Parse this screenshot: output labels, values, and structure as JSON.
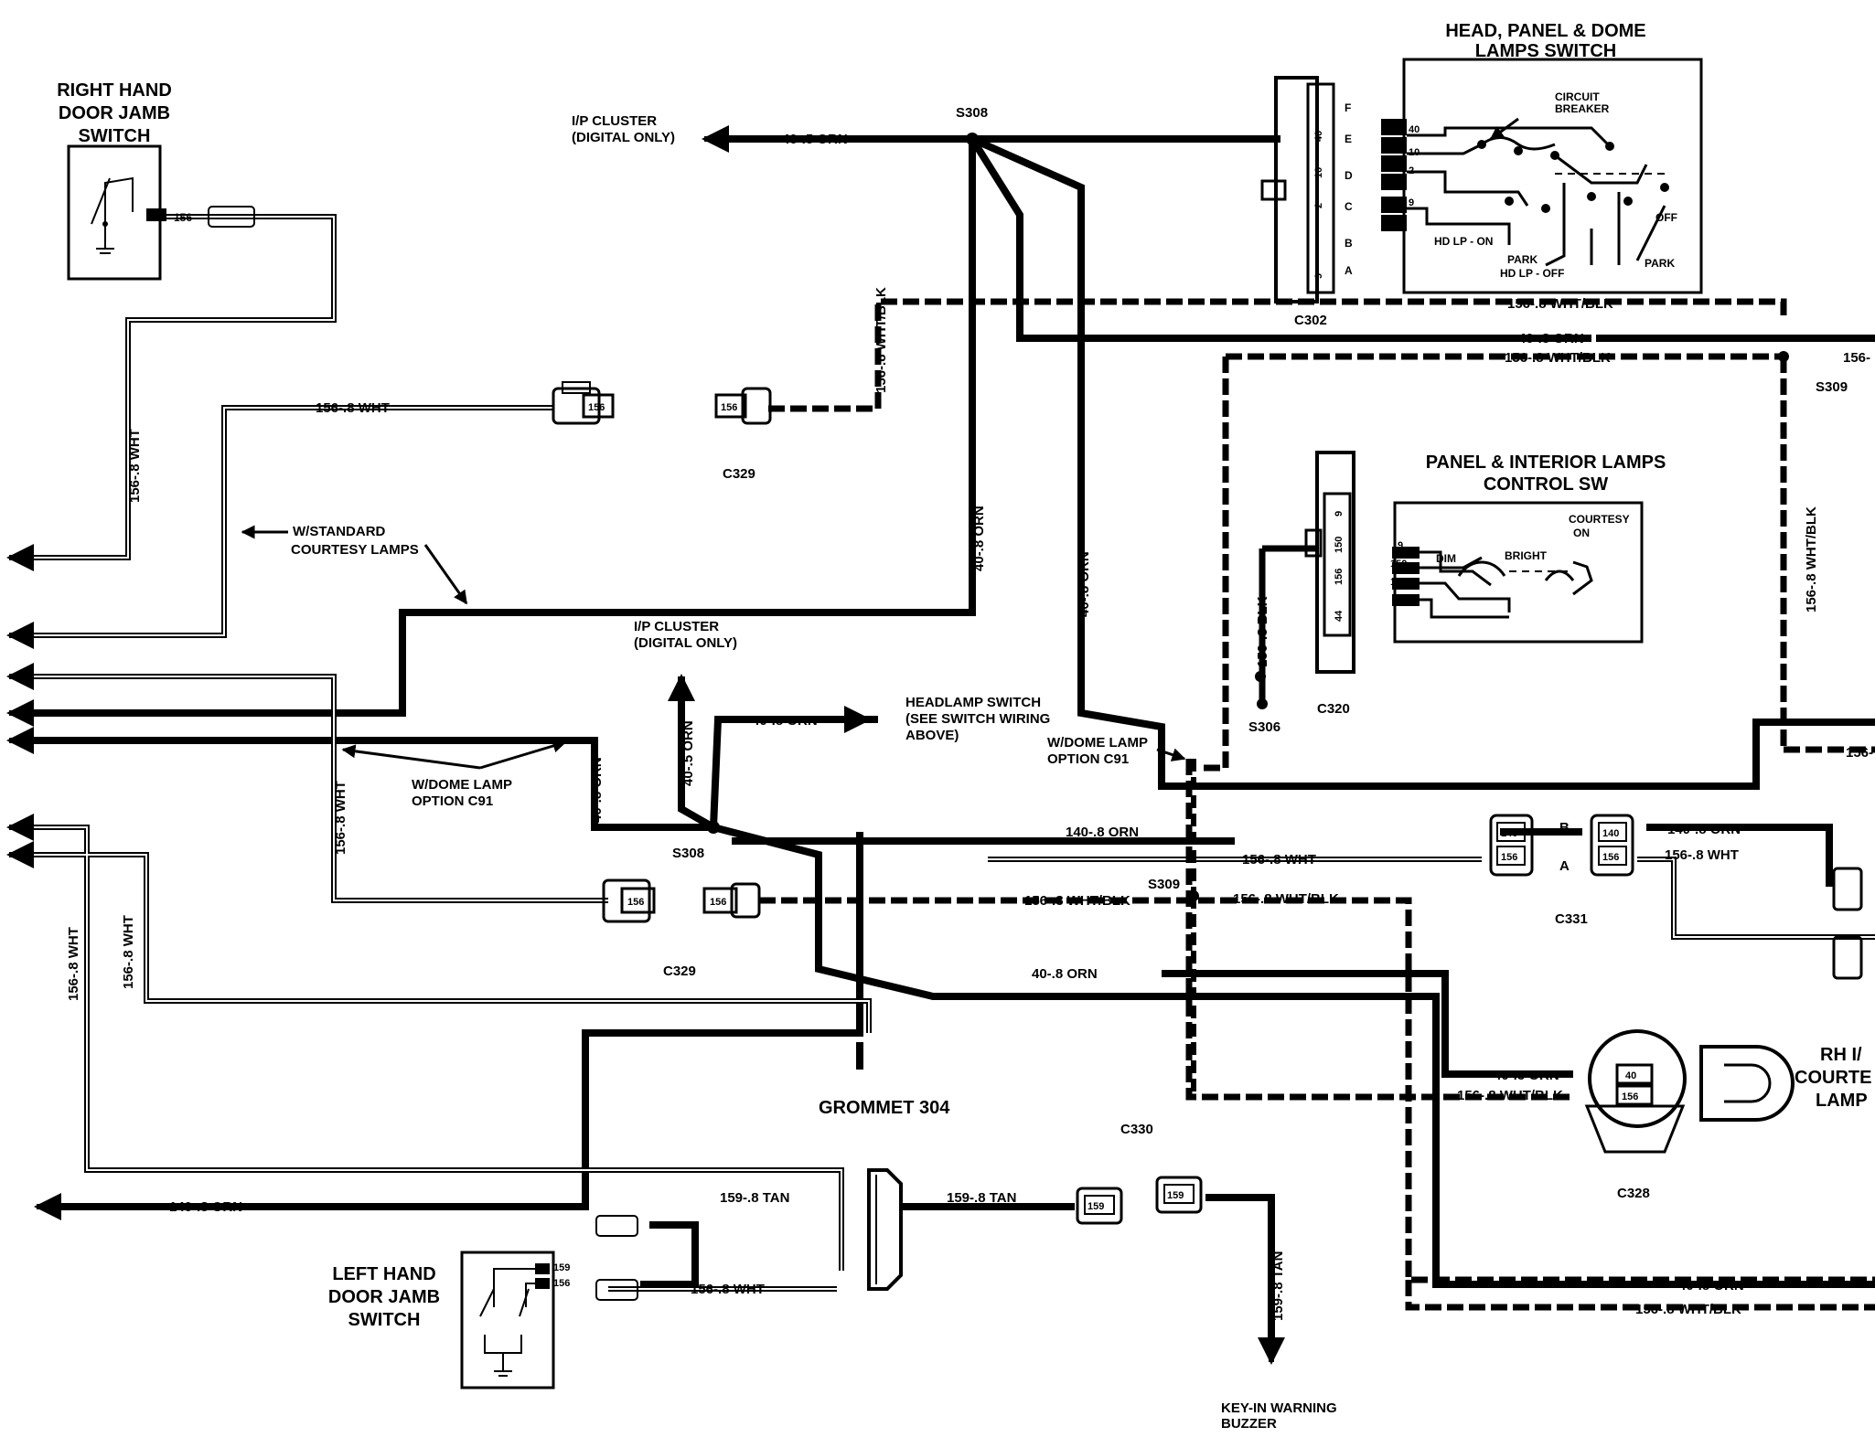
{
  "titles": {
    "rh_jamb": [
      "RIGHT HAND",
      "DOOR JAMB",
      "SWITCH"
    ],
    "hpd_switch": [
      "HEAD, PANEL & DOME",
      "LAMPS SWITCH"
    ],
    "panel_sw": [
      "PANEL & INTERIOR LAMPS",
      "CONTROL SW"
    ],
    "lh_jamb": [
      "LEFT HAND",
      "DOOR JAMB",
      "SWITCH"
    ],
    "rh_courtesy": [
      "RH I/",
      "COURTE",
      "LAMP"
    ],
    "grommet": "GROMMET 304"
  },
  "connectors": {
    "c302": "C302",
    "c329_top": "C329",
    "c329_bot": "C329",
    "c320": "C320",
    "c331": "C331",
    "c330": "C330",
    "c328": "C328"
  },
  "splices": {
    "s308_top": "S308",
    "s308_bot": "S308",
    "s309_right": "S309",
    "s309_mid": "S309",
    "s306": "S306"
  },
  "wires": {
    "top_40_5": "40-.5 ORN",
    "top_40_8": "40-.8 ORN",
    "top_156_wb": "156-.8 WHT/BLK",
    "top_156_wb2": "156-.8 WHT/BLK",
    "top_156_right": "156-",
    "vert_156_wb": "156-.8 WHT/BLK",
    "wht_156_top": "156-.8 WHT",
    "left_vert_156": "156-.8 WHT",
    "vert_40_orn_a": "40-.8 ORN",
    "vert_40_orn_b": "40-.8 ORN",
    "headlamp_40": "40-.8 ORN",
    "vert_40_5_up": "40-.5 ORN",
    "vert_40_8_short": "40-.8 ORN",
    "vert_156_wht_mid": "156-.8 WHT",
    "left_156_a": "156-.8 WHT",
    "left_156_b": "156-.8 WHT",
    "w140_mid": "140-.8 ORN",
    "w156_mid": "156-.8 WHT",
    "w156wb_mid_a": "156-.8 WHT/BLK",
    "w156wb_mid_b": "156-.8 WHT/BLK",
    "w40_mid": "40-.8 ORN",
    "w140_right": "140-.8 ORN",
    "w156_right": "156-.8 WHT",
    "right_156_cut": "156-",
    "w40_5_c328": "40-.5 ORN",
    "w156wb_c328": "156-.8 WHT/BLK",
    "w140_left": "140-.8 ORN",
    "w159_a": "159-.8 TAN",
    "w159_b": "159-.8 TAN",
    "w156_lh": "156-.8 WHT",
    "w159_vert": "159-.8 TAN",
    "w40_bottom": "40-.8 ORN",
    "w156wb_bottom": "156-.8 WHT/BLK",
    "w150_blk": "150-.8 BLK",
    "w156_wb_c329": "156-.8 WHT/BLK"
  },
  "notes": {
    "ip_cluster_top": [
      "I/P CLUSTER",
      "(DIGITAL ONLY)"
    ],
    "ip_cluster_mid": [
      "I/P CLUSTER",
      "(DIGITAL ONLY)"
    ],
    "std_courtesy": [
      "W/STANDARD",
      "COURTESY LAMPS"
    ],
    "dome_c91_left": [
      "W/DOME LAMP",
      "OPTION C91"
    ],
    "dome_c91_mid": [
      "W/DOME LAMP",
      "OPTION C91"
    ],
    "headlamp_sw": [
      "HEADLAMP SWITCH",
      "(SEE SWITCH WIRING",
      "ABOVE)"
    ],
    "key_in": [
      "KEY-IN WARNING",
      "BUZZER"
    ]
  },
  "hpd_internal": {
    "circuit_breaker": [
      "CIRCUIT",
      "BREAKER"
    ],
    "off": "OFF",
    "hd_lp_on": "HD LP - ON",
    "park_a": "PARK",
    "hd_lp_off": "HD LP - OFF",
    "park_b": "PARK",
    "pins": [
      "40",
      "10",
      "2",
      "9"
    ],
    "letters": [
      "F",
      "E",
      "D",
      "C",
      "B",
      "A"
    ],
    "c302_pins": [
      "40",
      "10",
      "2",
      "9"
    ]
  },
  "panel_internal": {
    "courtesy": [
      "COURTESY",
      "ON"
    ],
    "dim": "DIM",
    "bright": "BRIGHT",
    "pins": [
      "9",
      "150",
      "156",
      "44"
    ],
    "c320_pins": [
      "9",
      "150",
      "156",
      "44"
    ]
  },
  "pins": {
    "c329_top_a": "156",
    "c329_top_b": "156",
    "c329_bot_a": "156",
    "c329_bot_b": "156",
    "c331_l_140": "140",
    "c331_l_156": "156",
    "c331_r_140": "140",
    "c331_r_156": "156",
    "c331_b": "B",
    "c331_a": "A",
    "c330_a": "159",
    "c330_b": "159",
    "c328_40": "40",
    "c328_156": "156",
    "rh_jamb_pin": "156",
    "lh_159": "159",
    "lh_156": "156"
  }
}
